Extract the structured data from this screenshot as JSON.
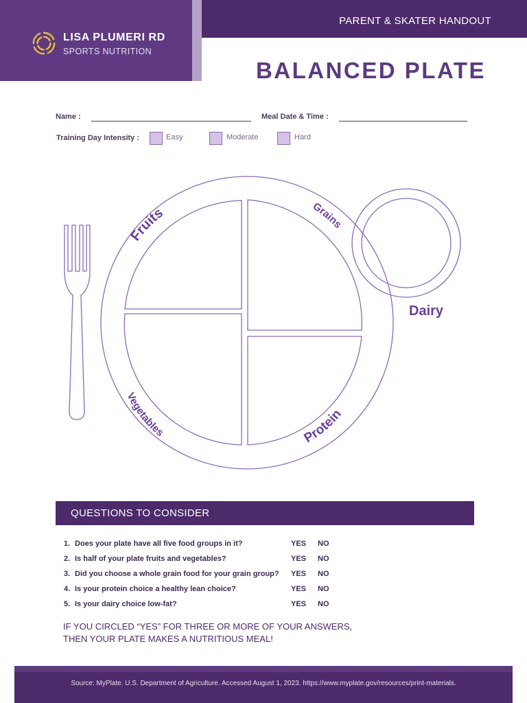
{
  "header": {
    "brand_name": "LISA PLUMERI RD",
    "brand_sub": "SPORTS NUTRITION",
    "handout": "PARENT & SKATER HANDOUT",
    "title": "BALANCED PLATE"
  },
  "form": {
    "name_label": "Name   :",
    "meal_label": "Meal Date & Time   :",
    "intensity_label": "Training Day Intensity   :",
    "options": [
      "Easy",
      "Moderate",
      "Hard"
    ]
  },
  "plate": {
    "fruits": "Fruits",
    "grains": "Grains",
    "vegetables": "Vegetables",
    "protein": "Protein",
    "dairy": "Dairy"
  },
  "questions": {
    "title": "QUESTIONS TO CONSIDER",
    "items": [
      {
        "num": "1.",
        "text": "Does your plate have all five food groups in it?",
        "yes": "YES",
        "no": "NO"
      },
      {
        "num": "2.",
        "text": "Is half of your plate fruits and vegetables?",
        "yes": "YES",
        "no": "NO"
      },
      {
        "num": "3.",
        "text": "Did you choose a whole grain food for your grain group?",
        "yes": "YES",
        "no": "NO"
      },
      {
        "num": "4.",
        "text": "Is your protein choice a healthy lean choice?",
        "yes": "YES",
        "no": "NO"
      },
      {
        "num": "5.",
        "text": "Is your dairy choice low-fat?",
        "yes": "YES",
        "no": "NO"
      }
    ],
    "conclusion_1": "IF YOU CIRCLED “YES” FOR THREE OR MORE OF YOUR ANSWERS,",
    "conclusion_2": "THEN YOUR PLATE MAKES A NUTRITIOUS MEAL!"
  },
  "footer": {
    "source": "Source: MyPlate. U.S. Department of Agriculture. Accessed August 1, 2023. https://www.myplate.gov/resources/print-materials."
  },
  "colors": {
    "brand_purple": "#5f3a82",
    "dark_purple": "#4d2a6a",
    "plate_stroke": "#8a6ab4",
    "checkbox_fill": "#d6c2e6",
    "logo_gold": "#f1c232"
  }
}
